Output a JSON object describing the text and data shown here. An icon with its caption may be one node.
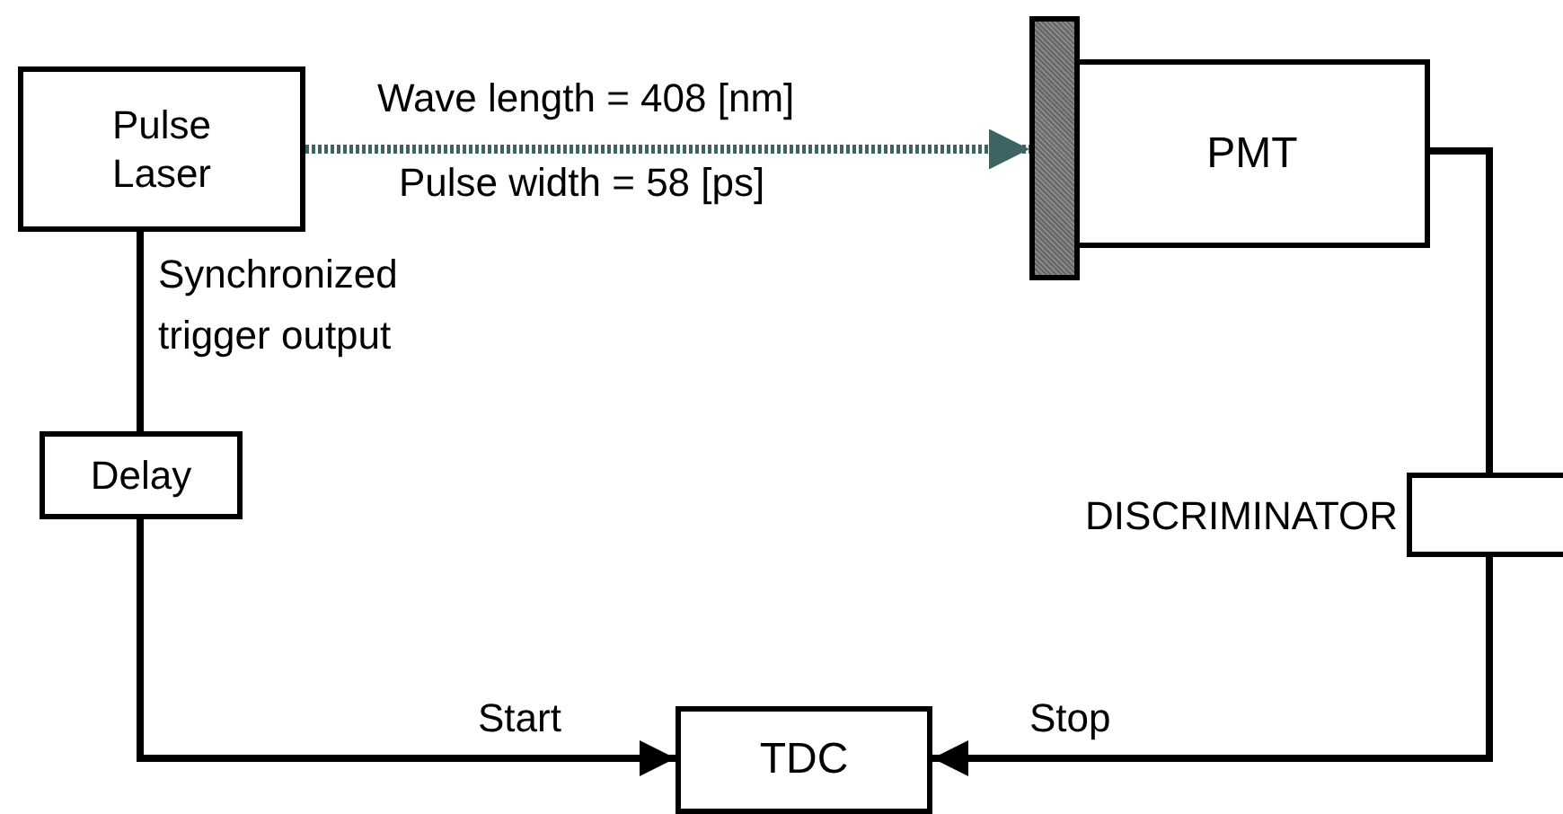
{
  "diagram": {
    "nodes": [
      {
        "text": [
          "Pulse Laser"
        ]
      },
      {
        "text": [],
        "shape": "bar"
      },
      {
        "text": [
          "PMT"
        ]
      },
      {
        "text": [
          "Delay"
        ]
      },
      {
        "text": [
          "DISCRIMINATOR"
        ]
      },
      {
        "text": [
          "TDC"
        ]
      }
    ],
    "edges": [
      {
        "from": 0,
        "to": 1,
        "arrow": "to",
        "style": "dashed",
        "color": "#3d6363"
      },
      {
        "from": 0,
        "to": 3,
        "arrow": "none",
        "label": "Synchronized trigger output"
      },
      {
        "from": 3,
        "to": 5,
        "arrow": "to",
        "label": "Start"
      },
      {
        "from": 2,
        "to": 4,
        "arrow": "none"
      },
      {
        "from": 4,
        "to": 5,
        "arrow": "to",
        "label": "Stop"
      }
    ],
    "labels": [
      "Wave length = 408 [nm]",
      "Pulse width = 58 [ps]"
    ]
  }
}
